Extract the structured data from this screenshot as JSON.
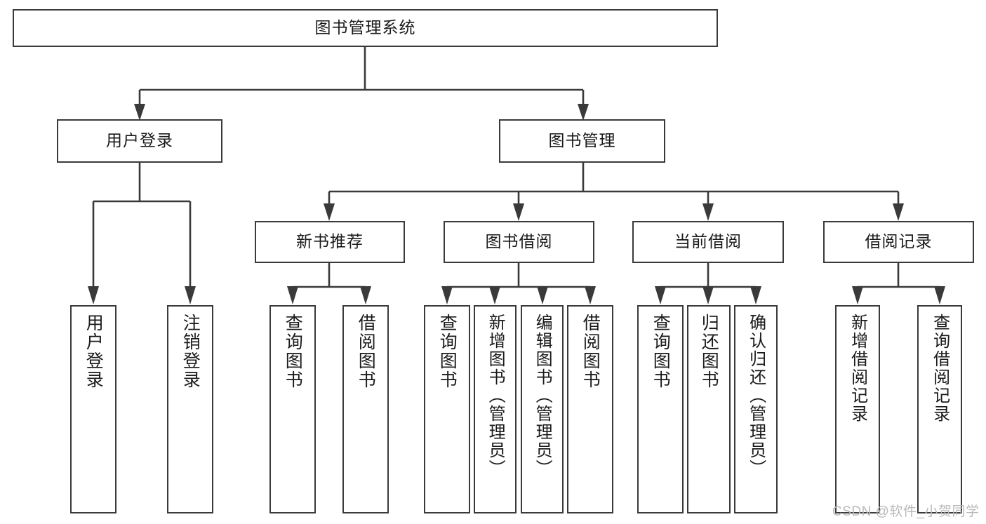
{
  "diagram": {
    "type": "tree-hierarchy",
    "title": "图书管理系统",
    "root": {
      "label": "图书管理系统"
    },
    "level1": [
      {
        "label": "用户登录"
      },
      {
        "label": "图书管理"
      }
    ],
    "level2": [
      {
        "label": "新书推荐"
      },
      {
        "label": "图书借阅"
      },
      {
        "label": "当前借阅"
      },
      {
        "label": "借阅记录"
      }
    ],
    "leaves": [
      {
        "label": "用户登录",
        "parent": "用户登录"
      },
      {
        "label": "注销登录",
        "parent": "用户登录"
      },
      {
        "label": "查询图书",
        "parent": "新书推荐"
      },
      {
        "label": "借阅图书",
        "parent": "新书推荐"
      },
      {
        "label": "查询图书",
        "parent": "图书借阅"
      },
      {
        "label": "新增图书（管理员）",
        "parent": "图书借阅"
      },
      {
        "label": "编辑图书（管理员）",
        "parent": "图书借阅"
      },
      {
        "label": "借阅图书",
        "parent": "图书借阅"
      },
      {
        "label": "查询图书",
        "parent": "当前借阅"
      },
      {
        "label": "归还图书",
        "parent": "当前借阅"
      },
      {
        "label": "确认归还（管理员）",
        "parent": "当前借阅"
      },
      {
        "label": "新增借阅记录",
        "parent": "借阅记录"
      },
      {
        "label": "查询借阅记录",
        "parent": "借阅记录"
      }
    ],
    "watermark": "CSDN @软件_小贺同学",
    "colors": {
      "stroke": "#3a3a3a",
      "background": "#ffffff",
      "text": "#1a1a1a",
      "watermark": "#b9b9b9"
    }
  }
}
